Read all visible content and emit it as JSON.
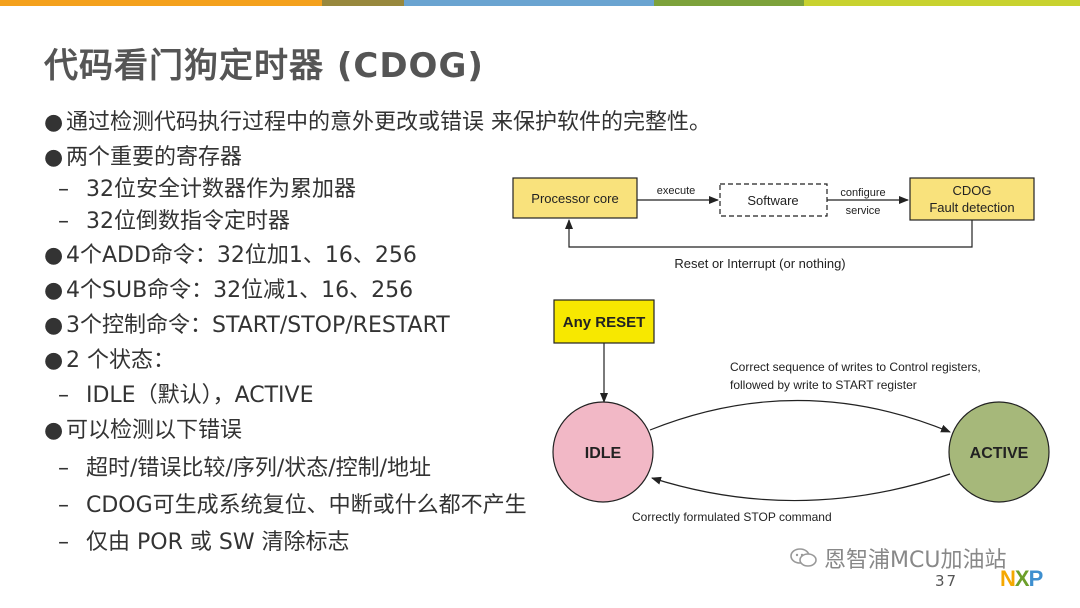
{
  "colors": {
    "topbar": [
      "#f4a11d",
      "#98883d",
      "#6aa4d1",
      "#7da23b",
      "#c8d22f"
    ],
    "box_fill": "#f9e27c",
    "idle_fill": "#f2b8c6",
    "active_fill": "#a6b87a",
    "reset_fill": "#f7e800"
  },
  "slide": {
    "title": "代码看门狗定时器 (CDOG)",
    "bullets": [
      {
        "mark": "●",
        "text": "通过检测代码执行过程中的意外更改或错误 来保护软件的完整性。"
      },
      {
        "mark": "●",
        "text": "两个重要的寄存器"
      },
      {
        "mark": "–",
        "text": "32位安全计数器作为累加器"
      },
      {
        "mark": "–",
        "text": "32位倒数指令定时器"
      },
      {
        "mark": "●",
        "text": "4个ADD命令：32位加1、16、256"
      },
      {
        "mark": "●",
        "text": "4个SUB命令：32位减1、16、256"
      },
      {
        "mark": "●",
        "text": "3个控制命令：START/STOP/RESTART"
      },
      {
        "mark": "●",
        "text": "2 个状态："
      },
      {
        "mark": "–",
        "text": "IDLE（默认），ACTIVE"
      },
      {
        "mark": "●",
        "text": "可以检测以下错误"
      },
      {
        "mark": "–",
        "text": "超时/错误比较/序列/状态/控制/地址"
      },
      {
        "mark": "–",
        "text": "CDOG可生成系统复位、中断或什么都不产生"
      },
      {
        "mark": "–",
        "text": "仅由 POR 或 SW 清除标志"
      }
    ]
  },
  "diagram1": {
    "processor_core": "Processor core",
    "execute": "execute",
    "software": "Software",
    "configure": "configure",
    "service": "service",
    "cdog_line1": "CDOG",
    "cdog_line2": "Fault detection",
    "feedback": "Reset or Interrupt (or nothing)"
  },
  "diagram2": {
    "any_reset": "Any RESET",
    "idle": "IDLE",
    "active": "ACTIVE",
    "to_active_line1": "Correct sequence of writes to Control registers,",
    "to_active_line2": "followed by write to START register",
    "to_idle": "Correctly formulated STOP command"
  },
  "footer": {
    "watermark": "恩智浦MCU加油站",
    "page_number": "37",
    "logo": [
      "N",
      "X",
      "P"
    ]
  }
}
